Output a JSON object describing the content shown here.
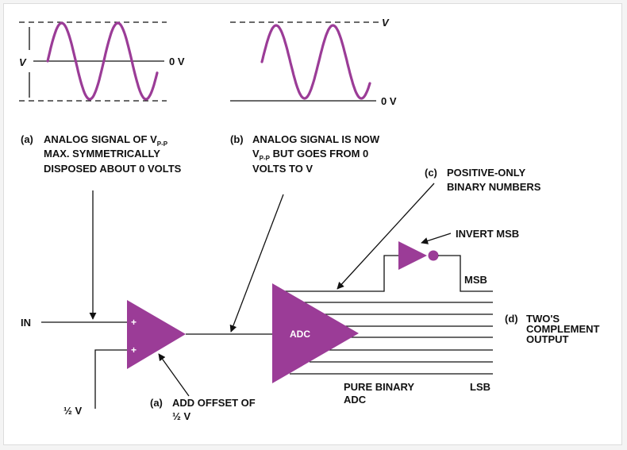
{
  "colors": {
    "accent": "#9b3c97",
    "line": "#111111",
    "background": "#ffffff"
  },
  "panel_a": {
    "left_label": "V",
    "right_label": "0 V",
    "caption_tag": "(a)",
    "caption_line1_prefix": "ANALOG SIGNAL OF ",
    "caption_line1_var": "V",
    "caption_line1_sub": "P-P",
    "caption_line2": "MAX. SYMMETRICALLY",
    "caption_line3": "DISPOSED ABOUT 0 VOLTS"
  },
  "panel_b": {
    "top_label": "V",
    "bottom_label": "0 V",
    "caption_tag": "(b)",
    "caption_line1": "ANALOG SIGNAL IS NOW",
    "caption_line2_var": "V",
    "caption_line2_sub": "P-P",
    "caption_line2_suffix": " BUT GOES FROM 0",
    "caption_line3_prefix": "VOLTS TO ",
    "caption_line3_var": "V"
  },
  "label_c": {
    "tag": "(c)",
    "line1": "POSITIVE-ONLY",
    "line2": "BINARY NUMBERS"
  },
  "invert_label": "INVERT MSB",
  "msb_label": "MSB",
  "lsb_label": "LSB",
  "output_label": {
    "tag": "(d)",
    "line1": "TWO'S",
    "line2": "COMPLEMENT",
    "line3": "OUTPUT"
  },
  "input_label": "IN",
  "half_v_label": "½ V",
  "amp": {
    "plus_top": "+",
    "plus_bottom": "+"
  },
  "adc": {
    "label": "ADC"
  },
  "pure_binary": {
    "line1": "PURE BINARY",
    "line2": "ADC"
  },
  "offset_label": {
    "tag": "(a)",
    "line1": "ADD OFFSET OF",
    "line2": "½ V"
  }
}
